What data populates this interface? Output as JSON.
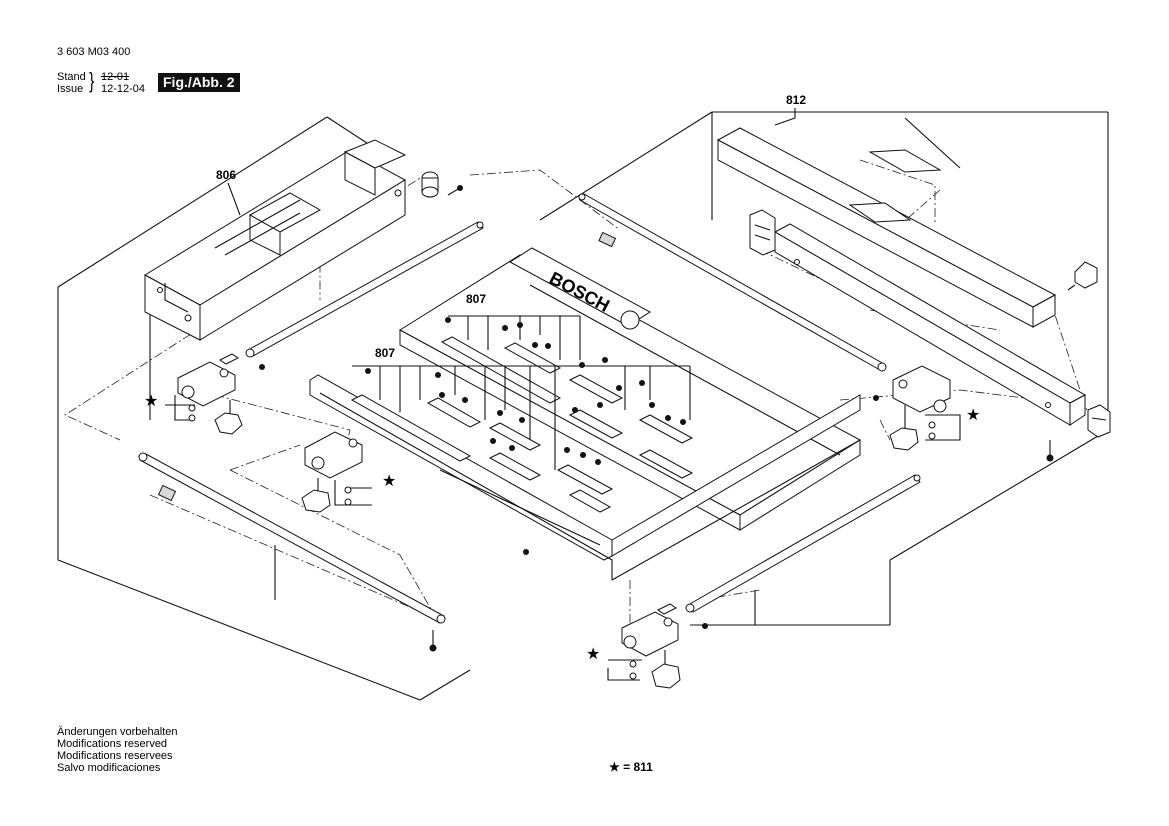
{
  "header": {
    "doc_number": "3 603 M03 400",
    "stand_label": "Stand",
    "stand_date": "12-01",
    "issue_label": "Issue",
    "issue_date": "12-12-04",
    "figure_badge": "Fig./Abb. 2"
  },
  "callouts": {
    "part_806": "806",
    "part_807_upper": "807",
    "part_807_lower": "807",
    "part_812": "812"
  },
  "brand_text": "BOSCH",
  "notes": [
    "Änderungen vorbehalten",
    "Modifications reserved",
    "Modifications reservees",
    "Salvo modificaciones"
  ],
  "legend": {
    "star_glyph": "★",
    "star_meaning": "= 811"
  }
}
